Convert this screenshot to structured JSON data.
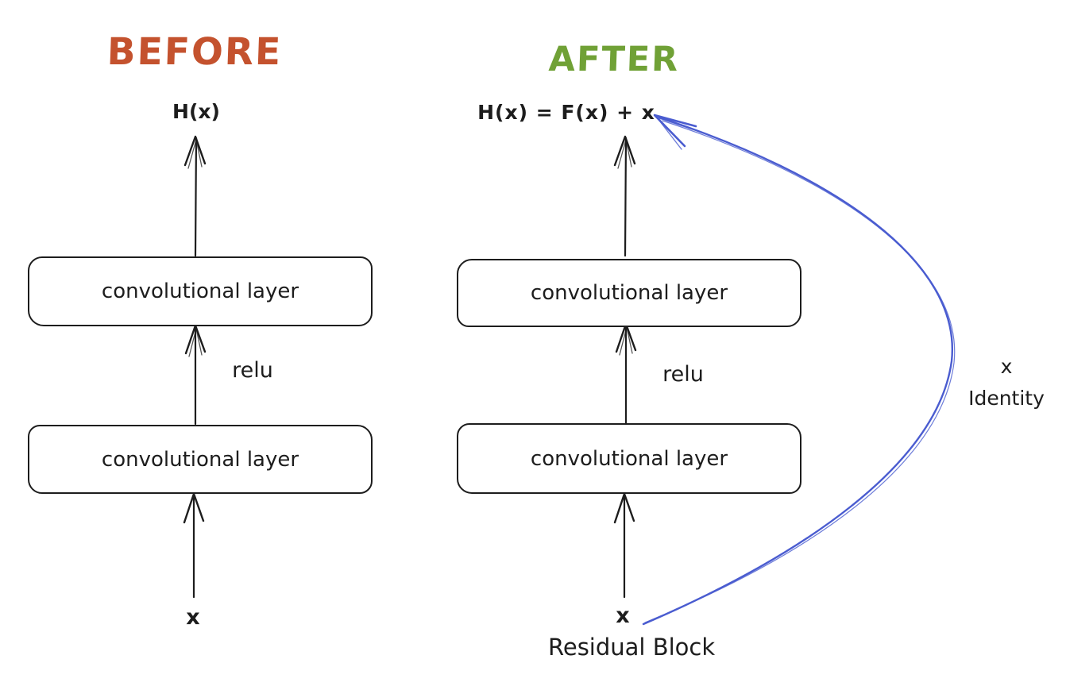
{
  "colors": {
    "before_title": "#c4522e",
    "after_title": "#70a136",
    "ink": "#1d1d1d",
    "skip_connection": "#4a5cd0"
  },
  "before": {
    "title": "BEFORE",
    "output_label": "H(x)",
    "layers": [
      "convolutional layer",
      "convolutional layer"
    ],
    "activation_label": "relu",
    "input_label": "x"
  },
  "after": {
    "title": "AFTER",
    "output_label": "H(x) = F(x) + x",
    "layers": [
      "convolutional layer",
      "convolutional layer"
    ],
    "activation_label": "relu",
    "input_label": "x",
    "block_label": "Residual Block",
    "skip_label_line1": "x",
    "skip_label_line2": "Identity"
  }
}
